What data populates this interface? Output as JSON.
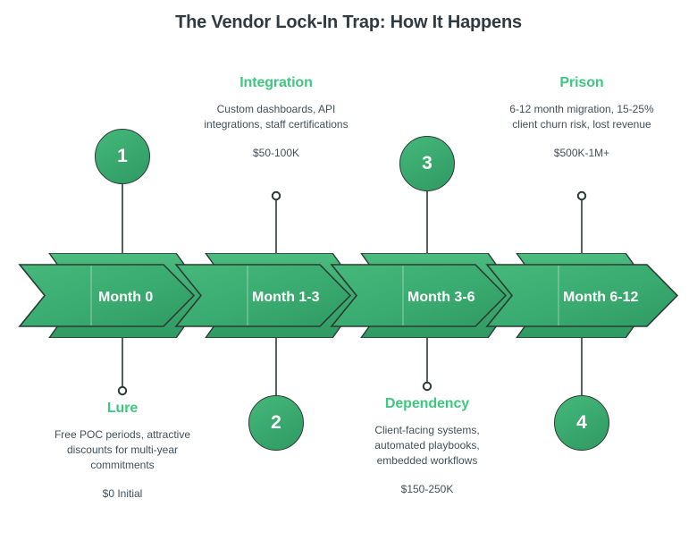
{
  "header": {
    "title": "The Vendor Lock-In Trap: How It Happens"
  },
  "theme": {
    "accent_green": "#3ec77f",
    "chevron_green_light": "#45b87b",
    "chevron_green_dark": "#2f9a62",
    "outline": "#2b3b33",
    "body_text": "#41505b",
    "title_text": "#2f3a42",
    "background": "#ffffff"
  },
  "timeline": {
    "segments": [
      {
        "label": "Month 0"
      },
      {
        "label": "Month 1-3"
      },
      {
        "label": "Month 3-6"
      },
      {
        "label": "Month 6-12"
      }
    ]
  },
  "nodes": [
    {
      "number": "1"
    },
    {
      "number": "2"
    },
    {
      "number": "3"
    },
    {
      "number": "4"
    }
  ],
  "stages": [
    {
      "number": "1",
      "position": "below",
      "heading": "Lure",
      "description": "Free POC periods, attractive discounts for multi-year commitments",
      "cost": "$0 Initial"
    },
    {
      "number": "2",
      "position": "above",
      "heading": "Integration",
      "description": "Custom dashboards, API integrations, staff certifications",
      "cost": "$50-100K"
    },
    {
      "number": "3",
      "position": "below",
      "heading": "Dependency",
      "description": "Client-facing systems, automated playbooks, embedded workflows",
      "cost": "$150-250K"
    },
    {
      "number": "4",
      "position": "above",
      "heading": "Prison",
      "description": "6-12 month migration, 15-25% client churn risk, lost revenue",
      "cost": "$500K-1M+"
    }
  ]
}
